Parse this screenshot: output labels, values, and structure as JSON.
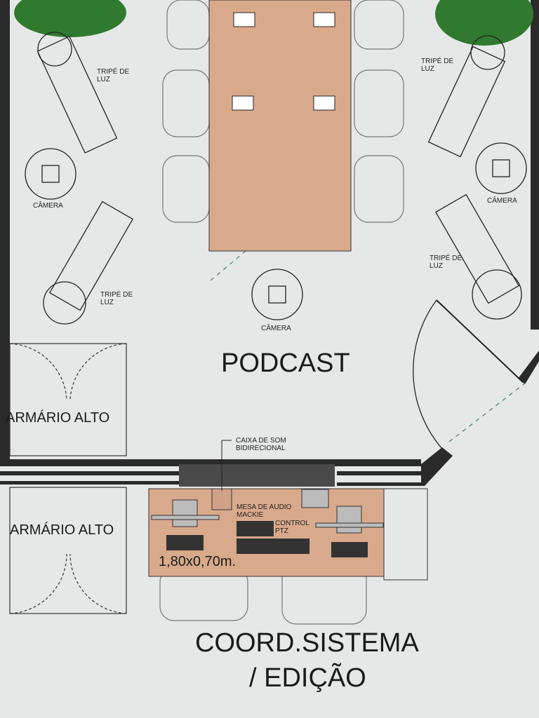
{
  "colors": {
    "paper": "#e6e8e7",
    "table": "#d9a98c",
    "wall": "#2a2a2a",
    "plant": "#2f7a2f"
  },
  "rooms": {
    "podcast": "PODCAST",
    "coord_line1": "COORD.SISTEMA",
    "coord_line2": "/ EDIÇÃO"
  },
  "labels": {
    "tripe_tl": [
      "TRIPÉ DE",
      "LUZ"
    ],
    "tripe_tr": [
      "TRIPÉ DE",
      "LUZ"
    ],
    "tripe_ml": [
      "TRIPÉ DE",
      "LUZ"
    ],
    "tripe_mr": [
      "TRIPÉ DE",
      "LUZ"
    ],
    "camera_left": "CÂMERA",
    "camera_right": "CÂMERA",
    "camera_center": "CÂMERA",
    "armario_top": "ARMÁRIO ALTO",
    "armario_bottom": "ARMÁRIO ALTO",
    "caixa_som": [
      "CAIXA DE SOM",
      "BIDIRECIONAL"
    ],
    "mesa_audio": [
      "MESA DE AUDIO",
      "MACKIE"
    ],
    "control_ptz": [
      "CONTROL",
      "PTZ"
    ],
    "desk_size": "1,80x0,70m."
  }
}
